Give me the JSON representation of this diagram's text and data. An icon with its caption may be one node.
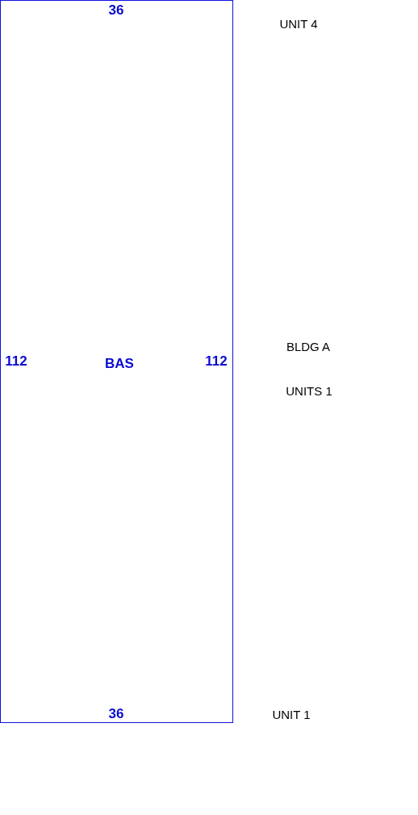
{
  "diagram": {
    "nodes": [
      {
        "text": [
          "BAS"
        ]
      }
    ],
    "labels": [
      "36",
      "UNIT 4",
      "112",
      "112",
      "BLDG A",
      "UNITS 1",
      "36",
      "UNIT 1"
    ]
  }
}
